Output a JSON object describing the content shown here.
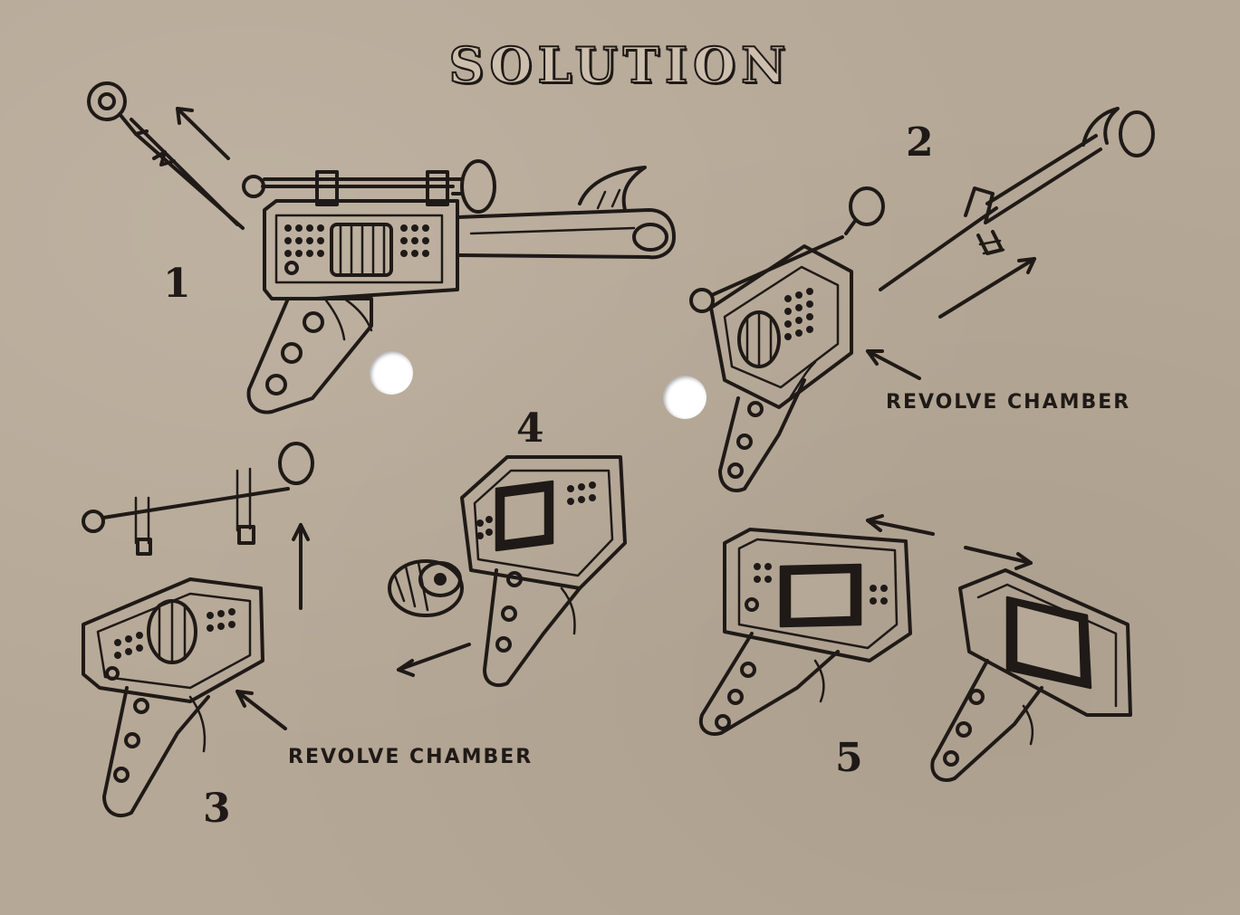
{
  "card": {
    "title": "SOLUTION",
    "steps": [
      {
        "number": "1"
      },
      {
        "number": "2"
      },
      {
        "number": "3"
      },
      {
        "number": "4"
      },
      {
        "number": "5"
      }
    ],
    "callouts": {
      "revolve_chamber_top": "REVOLVE CHAMBER",
      "revolve_chamber_bottom": "REVOLVE CHAMBER"
    },
    "colors": {
      "paper": "#b6a896",
      "ink": "#1f1a17",
      "hole": "#ffffff"
    }
  }
}
